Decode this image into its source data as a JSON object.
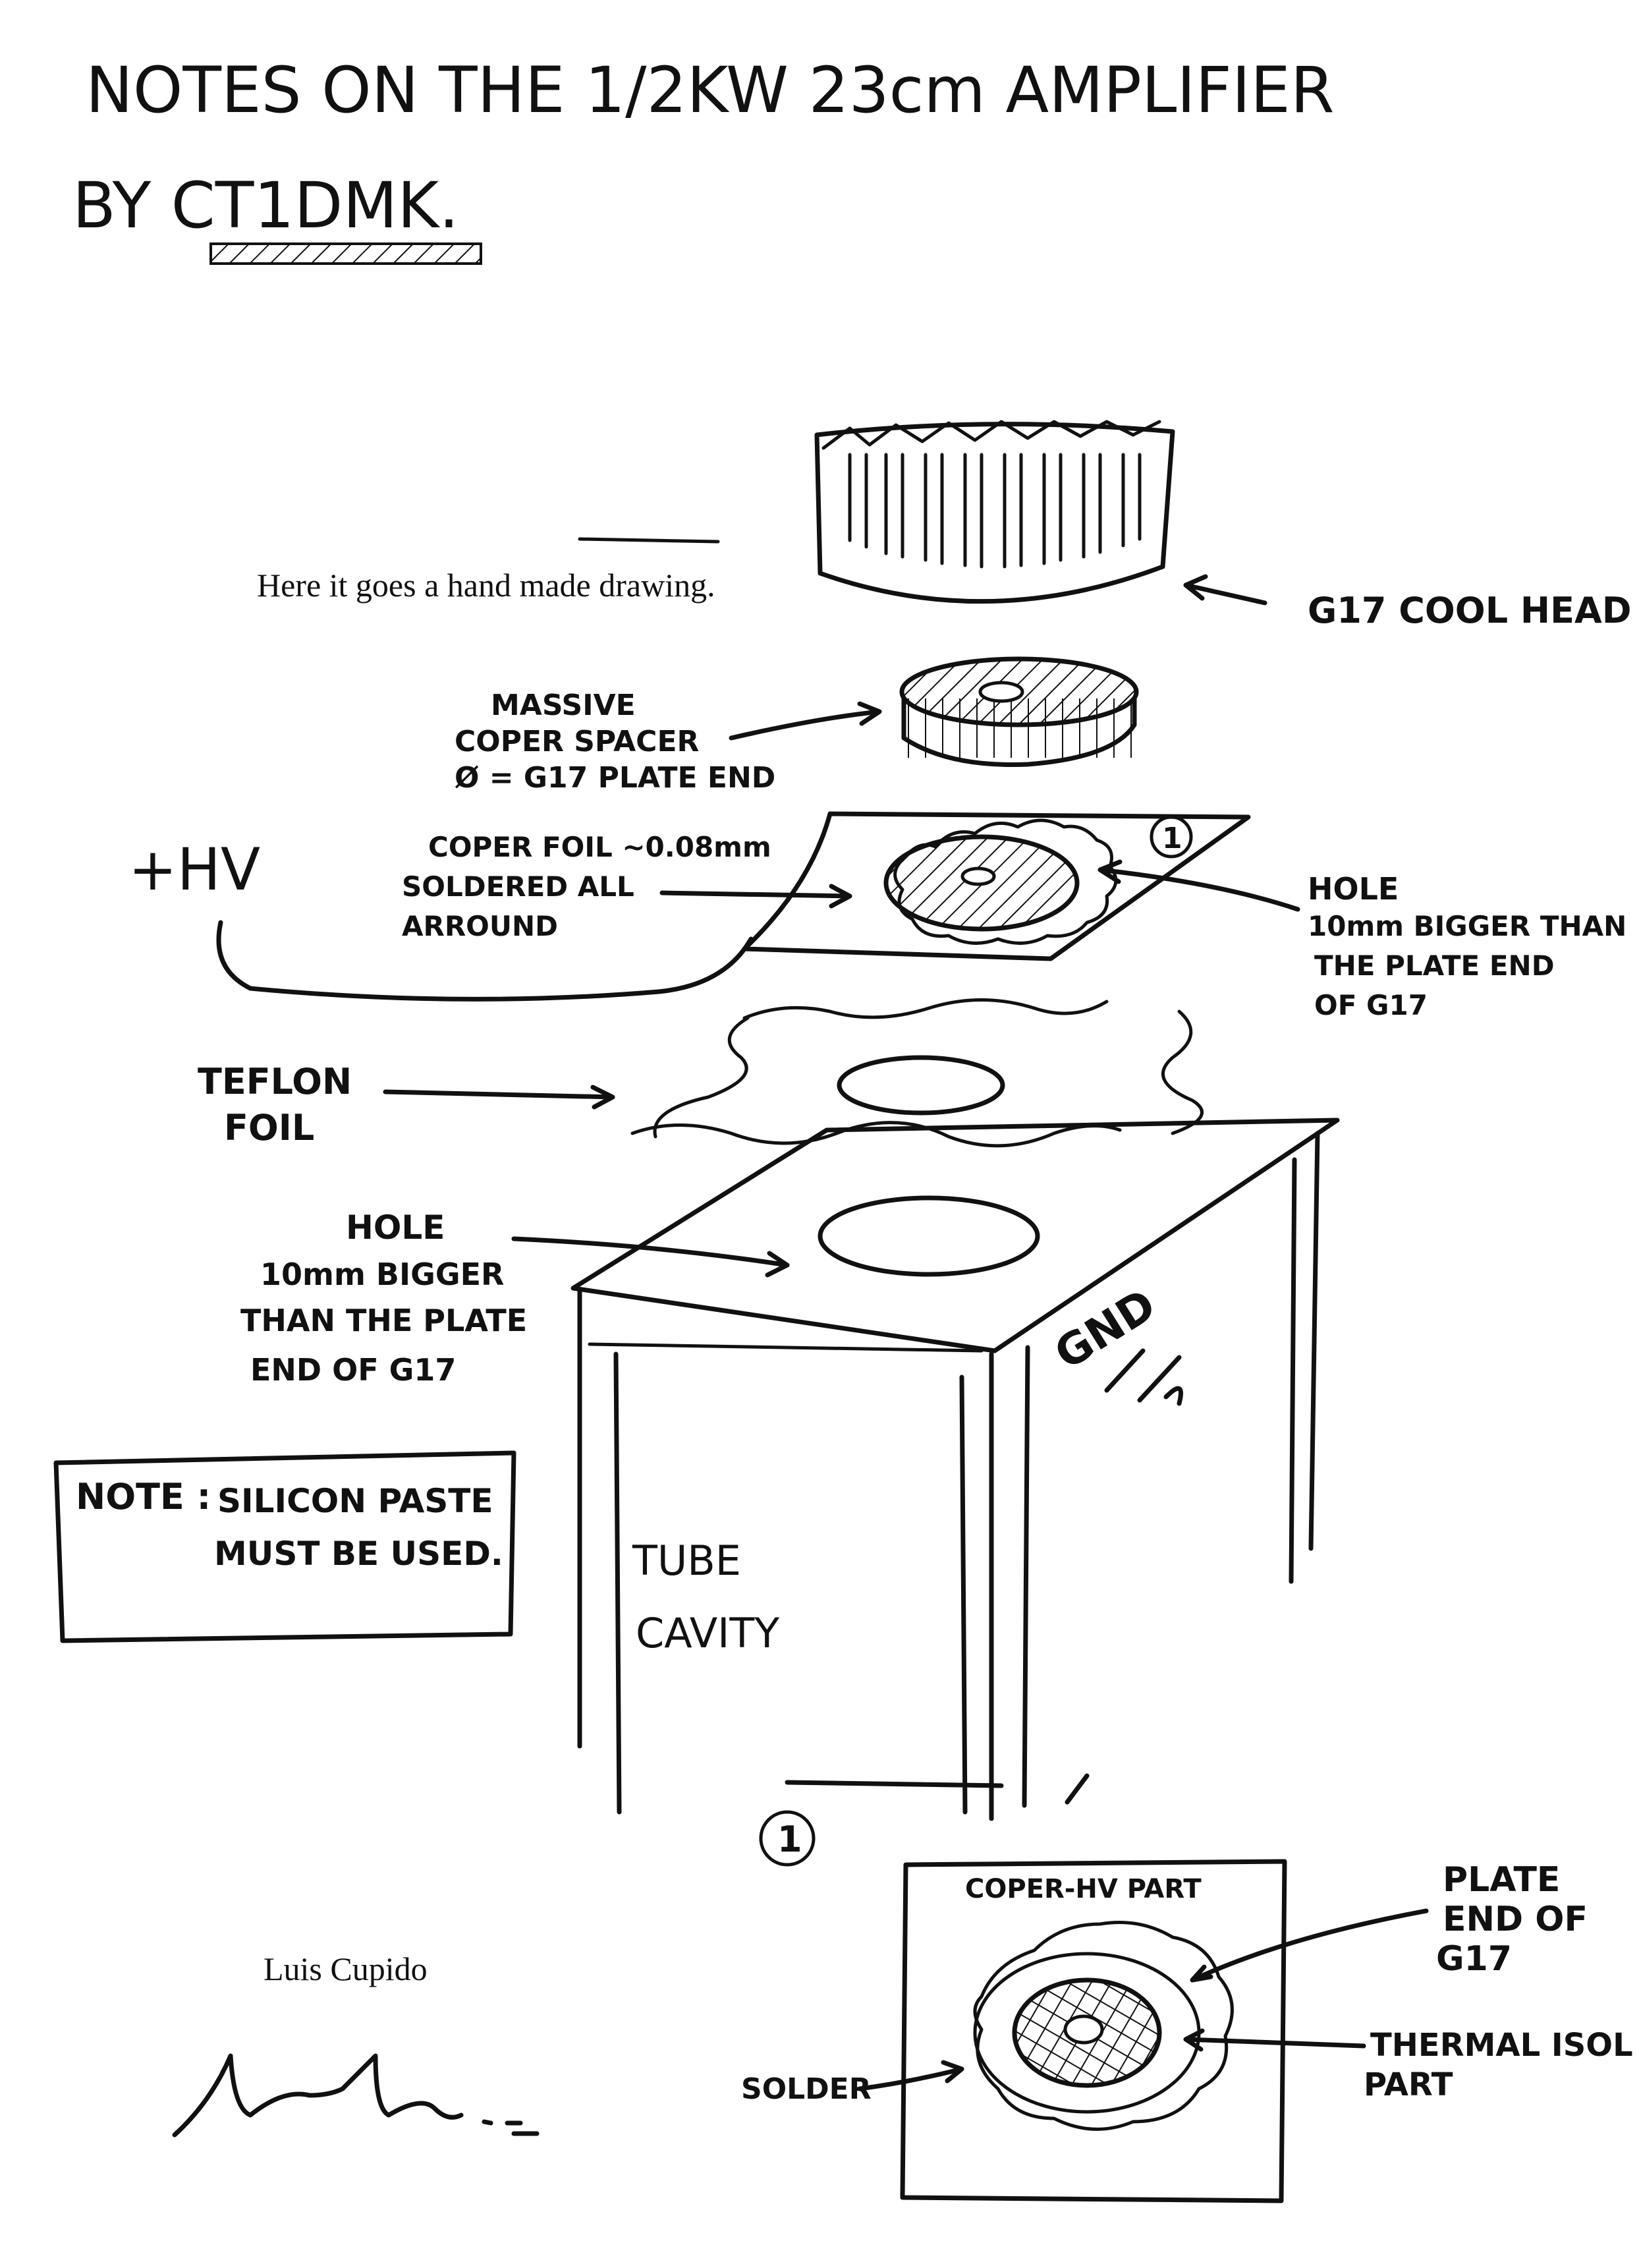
{
  "title": {
    "line1": "NOTES ON THE 1/2KW 23cm AMPLIFIER",
    "line2": "BY CT1DMK."
  },
  "typed": {
    "caption": "Here it goes a hand made drawing.",
    "author": "Luis Cupido"
  },
  "labels": {
    "cool_head": "G17 COOL HEAD",
    "spacer": [
      "MASSIVE",
      "COPER SPACER",
      "Ø = G17 PLATE END"
    ],
    "hv": "+HV",
    "copper_foil": [
      "COPER FOIL ~0.08mm",
      "SOLDERED ALL",
      "ARROUND"
    ],
    "circle_ref": "1",
    "hole_top": [
      "HOLE",
      "10mm BIGGER THAN",
      "THE PLATE END",
      "OF G17"
    ],
    "teflon": [
      "TEFLON",
      "FOIL"
    ],
    "hole_cavity": [
      "HOLE",
      "10mm BIGGER",
      "THAN THE PLATE",
      "END OF G17"
    ],
    "gnd": "GND",
    "note": [
      "NOTE :",
      "SILICON PASTE",
      "MUST BE USED."
    ],
    "tube_cavity": [
      "TUBE",
      "CAVITY"
    ],
    "detail_ref": "1",
    "detail_title": "COPER-HV PART",
    "plate_end": [
      "PLATE",
      "END OF",
      "G17"
    ],
    "thermal": [
      "THERMAL ISOL",
      "PART"
    ],
    "solder": "SOLDER"
  }
}
